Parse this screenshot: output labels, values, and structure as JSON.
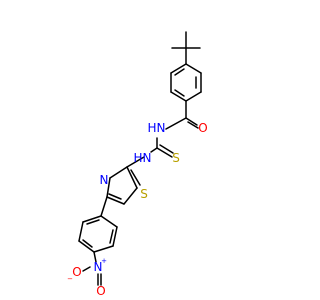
{
  "molecule": {
    "colors": {
      "carbon_bond": "#000000",
      "nitrogen": "#0000ff",
      "oxygen": "#ff0000",
      "sulfur": "#b8a000"
    },
    "atoms": {
      "amide_oxygen": "O",
      "amide_nh": "N",
      "amide_h": "H",
      "thio_sulfur": "S",
      "thiourea_nh": "N",
      "thiourea_h": "H",
      "thiazole_nitrogen": "N",
      "thiazole_sulfur": "S",
      "nitro_nitrogen": "N",
      "nitro_plus": "+",
      "nitro_oxygen_left": "O",
      "nitro_minus": "−",
      "nitro_oxygen_right": "O"
    }
  }
}
